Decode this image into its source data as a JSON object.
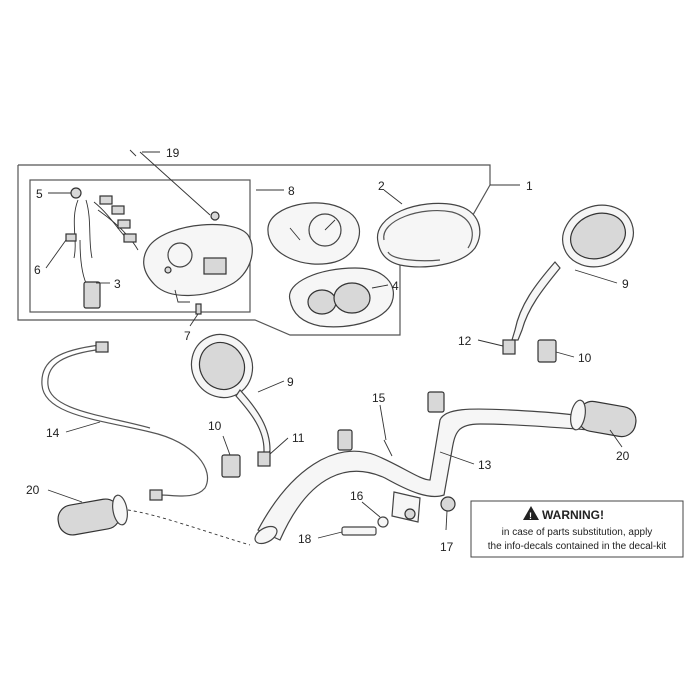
{
  "callouts": {
    "c1": "1",
    "c2": "2",
    "c3": "3",
    "c4": "4",
    "c5": "5",
    "c6": "6",
    "c7": "7",
    "c8": "8",
    "c9a": "9",
    "c9b": "9",
    "c10a": "10",
    "c10b": "10",
    "c11": "11",
    "c12": "12",
    "c13": "13",
    "c14": "14",
    "c15": "15",
    "c16": "16",
    "c17": "17",
    "c18": "18",
    "c19": "19",
    "c20a": "20",
    "c20b": "20"
  },
  "warning": {
    "title": "WARNING!",
    "line1": "in case of parts substitution, apply",
    "line2": "the info-decals contained in the decal-kit"
  }
}
